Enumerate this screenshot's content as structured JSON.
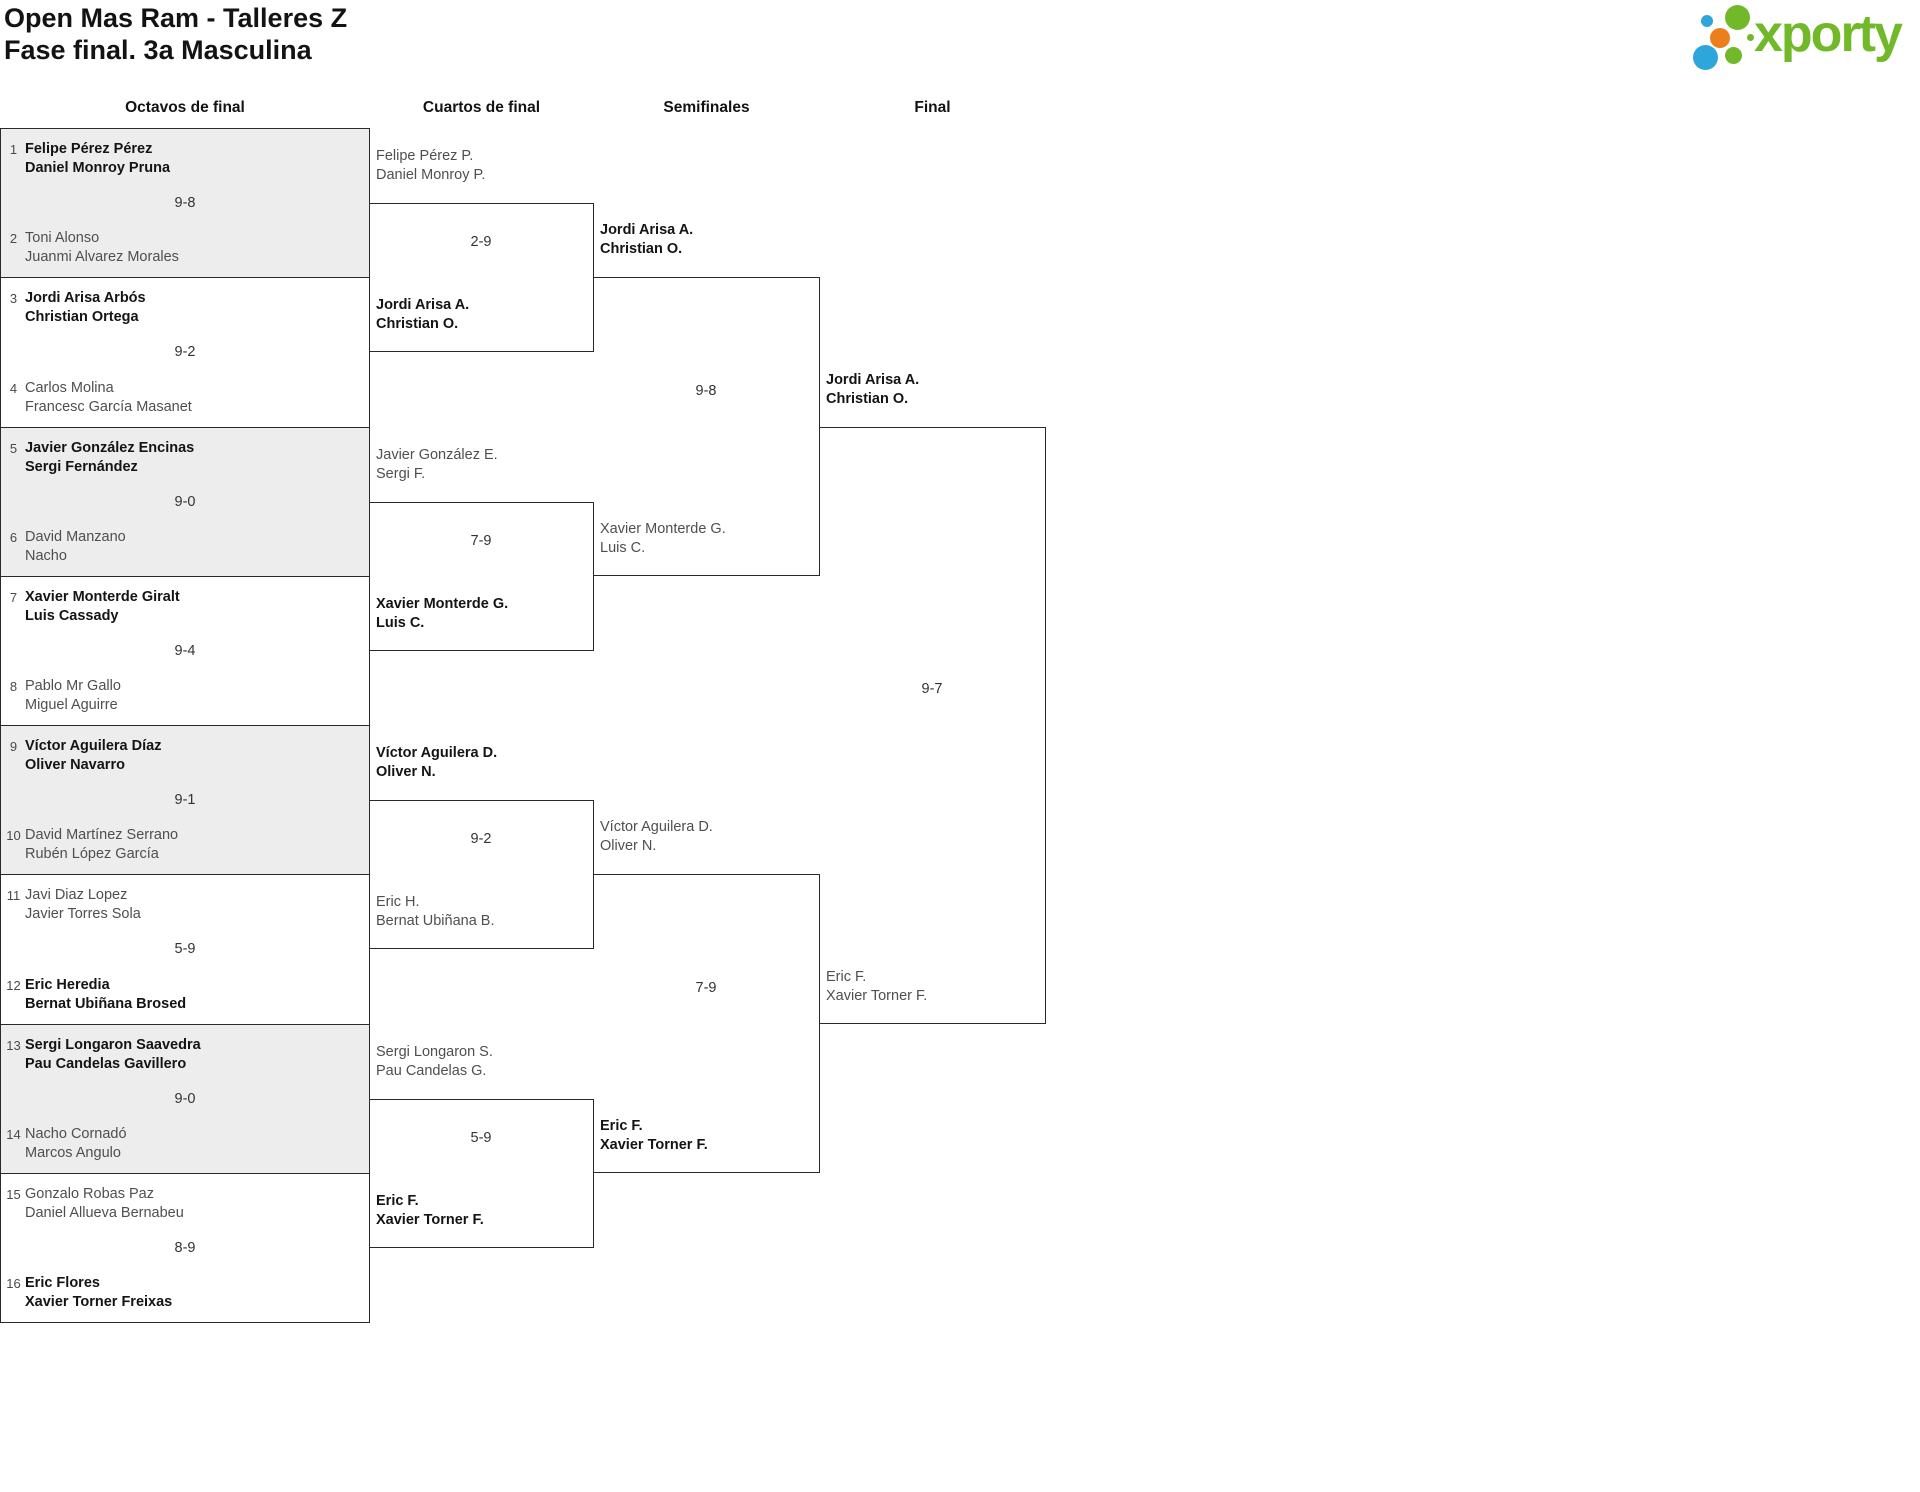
{
  "header": {
    "title_line1": "Open Mas Ram - Talleres Z",
    "title_line2": "Fase final. 3a Masculina"
  },
  "logo": {
    "brand": "xporty",
    "text_color": "#72b92a",
    "dot_colors": {
      "green": "#72b92a",
      "blue": "#2ea6dc",
      "orange": "#ec7f1d"
    }
  },
  "rounds": [
    {
      "label": "Octavos de final"
    },
    {
      "label": "Cuartos de final"
    },
    {
      "label": "Semifinales"
    },
    {
      "label": "Final"
    }
  ],
  "colors": {
    "border": "#2a2a2a",
    "match_fill": "#ededed",
    "team_regular": "#4f4f4f",
    "team_winner": "#141414",
    "score_text": "#333333"
  },
  "bracket": {
    "octavos": [
      {
        "score": "9-8",
        "team1": {
          "seed": "1",
          "line1": "Felipe Pérez Pérez",
          "line2": "Daniel Monroy Pruna",
          "winner": true
        },
        "team2": {
          "seed": "2",
          "line1": "Toni Alonso",
          "line2": "Juanmi Alvarez Morales",
          "winner": false
        }
      },
      {
        "score": "9-2",
        "team1": {
          "seed": "3",
          "line1": "Jordi Arisa Arbós",
          "line2": "Christian Ortega",
          "winner": true
        },
        "team2": {
          "seed": "4",
          "line1": "Carlos Molina",
          "line2": "Francesc García Masanet",
          "winner": false
        }
      },
      {
        "score": "9-0",
        "team1": {
          "seed": "5",
          "line1": "Javier González Encinas",
          "line2": "Sergi Fernández",
          "winner": true
        },
        "team2": {
          "seed": "6",
          "line1": "David Manzano",
          "line2": "Nacho",
          "winner": false
        }
      },
      {
        "score": "9-4",
        "team1": {
          "seed": "7",
          "line1": "Xavier Monterde Giralt",
          "line2": "Luis Cassady",
          "winner": true
        },
        "team2": {
          "seed": "8",
          "line1": "Pablo Mr Gallo",
          "line2": "Miguel Aguirre",
          "winner": false
        }
      },
      {
        "score": "9-1",
        "team1": {
          "seed": "9",
          "line1": "Víctor Aguilera Díaz",
          "line2": "Oliver Navarro",
          "winner": true
        },
        "team2": {
          "seed": "10",
          "line1": "David Martínez Serrano",
          "line2": "Rubén López García",
          "winner": false
        }
      },
      {
        "score": "5-9",
        "team1": {
          "seed": "11",
          "line1": "Javi Diaz Lopez",
          "line2": "Javier Torres Sola",
          "winner": false
        },
        "team2": {
          "seed": "12",
          "line1": "Eric Heredia",
          "line2": "Bernat Ubiñana Brosed",
          "winner": true
        }
      },
      {
        "score": "9-0",
        "team1": {
          "seed": "13",
          "line1": "Sergi Longaron Saavedra",
          "line2": "Pau Candelas Gavillero",
          "winner": true
        },
        "team2": {
          "seed": "14",
          "line1": "Nacho Cornadó",
          "line2": "Marcos Angulo",
          "winner": false
        }
      },
      {
        "score": "8-9",
        "team1": {
          "seed": "15",
          "line1": "Gonzalo Robas Paz",
          "line2": "Daniel Allueva Bernabeu",
          "winner": false
        },
        "team2": {
          "seed": "16",
          "line1": "Eric Flores",
          "line2": "Xavier Torner Freixas",
          "winner": true
        }
      }
    ],
    "cuartos": [
      {
        "score": "2-9",
        "team1": {
          "line1": "Felipe Pérez P.",
          "line2": "Daniel Monroy P.",
          "winner": false
        },
        "team2": {
          "line1": "Jordi Arisa A.",
          "line2": "Christian O.",
          "winner": true
        }
      },
      {
        "score": "7-9",
        "team1": {
          "line1": "Javier González E.",
          "line2": "Sergi F.",
          "winner": false
        },
        "team2": {
          "line1": "Xavier Monterde G.",
          "line2": "Luis C.",
          "winner": true
        }
      },
      {
        "score": "9-2",
        "team1": {
          "line1": "Víctor Aguilera D.",
          "line2": "Oliver N.",
          "winner": true
        },
        "team2": {
          "line1": "Eric H.",
          "line2": "Bernat Ubiñana B.",
          "winner": false
        }
      },
      {
        "score": "5-9",
        "team1": {
          "line1": "Sergi Longaron S.",
          "line2": "Pau Candelas G.",
          "winner": false
        },
        "team2": {
          "line1": "Eric F.",
          "line2": "Xavier Torner F.",
          "winner": true
        }
      }
    ],
    "semifinales": [
      {
        "score": "9-8",
        "team1": {
          "line1": "Jordi Arisa A.",
          "line2": "Christian O.",
          "winner": true
        },
        "team2": {
          "line1": "Xavier Monterde G.",
          "line2": "Luis C.",
          "winner": false
        }
      },
      {
        "score": "7-9",
        "team1": {
          "line1": "Víctor Aguilera D.",
          "line2": "Oliver N.",
          "winner": false
        },
        "team2": {
          "line1": "Eric F.",
          "line2": "Xavier Torner F.",
          "winner": true
        }
      }
    ],
    "final": [
      {
        "score": "9-7",
        "team1": {
          "line1": "Jordi Arisa A.",
          "line2": "Christian O.",
          "winner": true
        },
        "team2": {
          "line1": "Eric F.",
          "line2": "Xavier Torner F.",
          "winner": false
        }
      }
    ]
  }
}
